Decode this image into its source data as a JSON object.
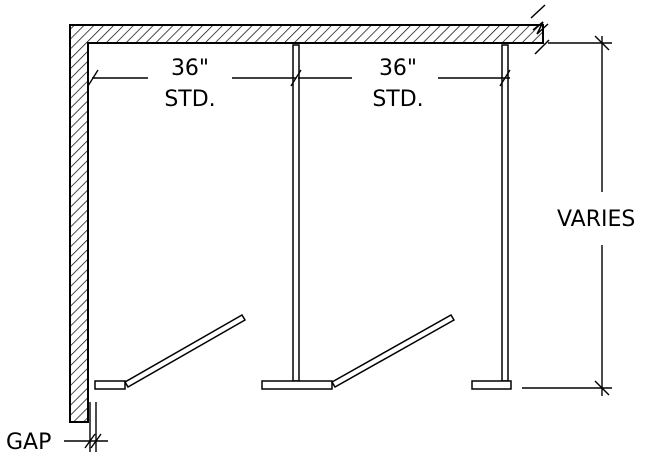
{
  "labels": {
    "width_1": "36\"",
    "std_1": "STD.",
    "width_2": "36\"",
    "std_2": "STD.",
    "height": "VARIES",
    "gap": "GAP"
  }
}
